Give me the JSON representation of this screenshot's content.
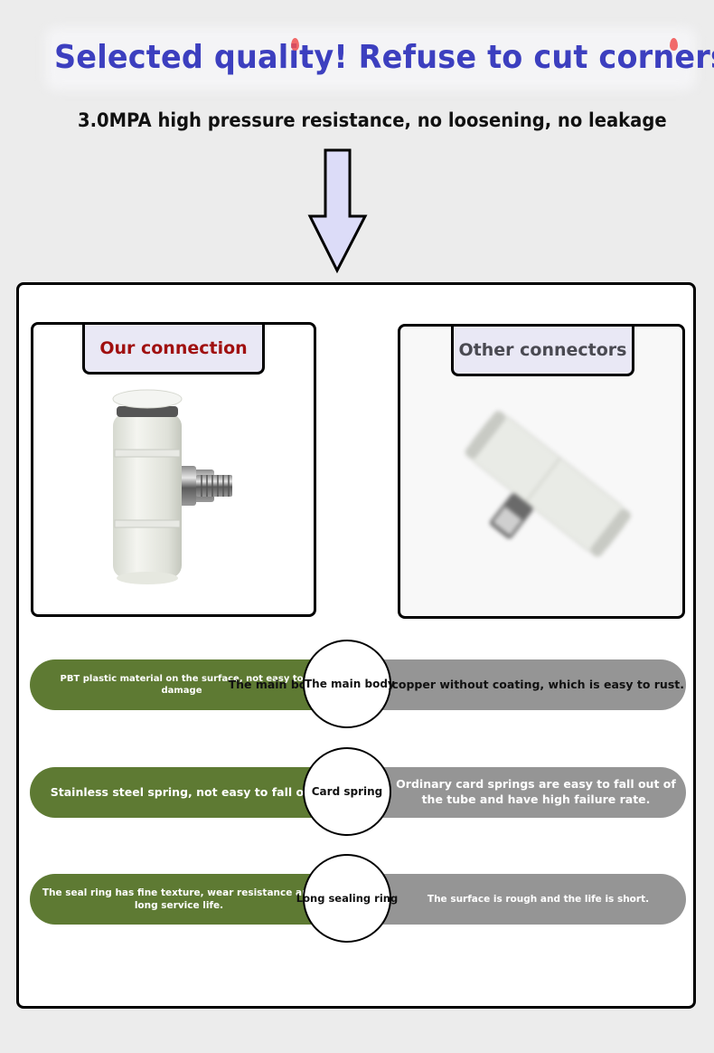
{
  "header": {
    "headline": "Selected quality! Refuse to cut corners!",
    "subline": "3.0MPA high pressure resistance, no loosening, no leakage"
  },
  "colors": {
    "headline": "#3c3fbf",
    "our_label": "#a01010",
    "other_label": "#4a4a52",
    "good_pill": "#5e7a33",
    "bad_pill": "#959595",
    "arrow_fill": "#dcdcf8"
  },
  "cards": {
    "ours": {
      "label": "Our connection",
      "image": "white-tee-push-fitting-with-threaded-brass-stem"
    },
    "other": {
      "label": "Other connectors",
      "image": "blurry-white-tee-fitting"
    }
  },
  "comparisons": [
    {
      "feature": "The main body",
      "ours": "PBT plastic material on the surface, not easy to damage",
      "other": "The main body surface is copper without coating, which is easy to rust."
    },
    {
      "feature": "Card spring",
      "ours": "Stainless steel spring, not easy to fall off",
      "other": "Ordinary card springs are easy to fall out of the tube and have high failure rate."
    },
    {
      "feature": "Long sealing ring",
      "ours": "The seal ring has fine texture, wear resistance and long service life.",
      "other": "The surface is rough and the life is short."
    }
  ],
  "icons": {
    "arrow": "down-arrow-icon",
    "pins": "map-pin-icon"
  }
}
